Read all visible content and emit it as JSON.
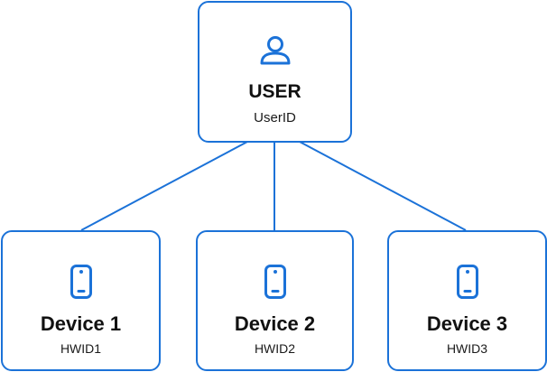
{
  "colors": {
    "accent": "#1b72d8",
    "text": "#111111",
    "background": "#ffffff"
  },
  "root": {
    "title": "USER",
    "subtitle": "UserID",
    "icon": "user-icon"
  },
  "devices": [
    {
      "title": "Device 1",
      "subtitle": "HWID1",
      "icon": "smartphone-icon"
    },
    {
      "title": "Device 2",
      "subtitle": "HWID2",
      "icon": "smartphone-icon"
    },
    {
      "title": "Device 3",
      "subtitle": "HWID3",
      "icon": "smartphone-icon"
    }
  ],
  "edges": [
    {
      "from": "USER",
      "to": "Device 1"
    },
    {
      "from": "USER",
      "to": "Device 2"
    },
    {
      "from": "USER",
      "to": "Device 3"
    }
  ]
}
